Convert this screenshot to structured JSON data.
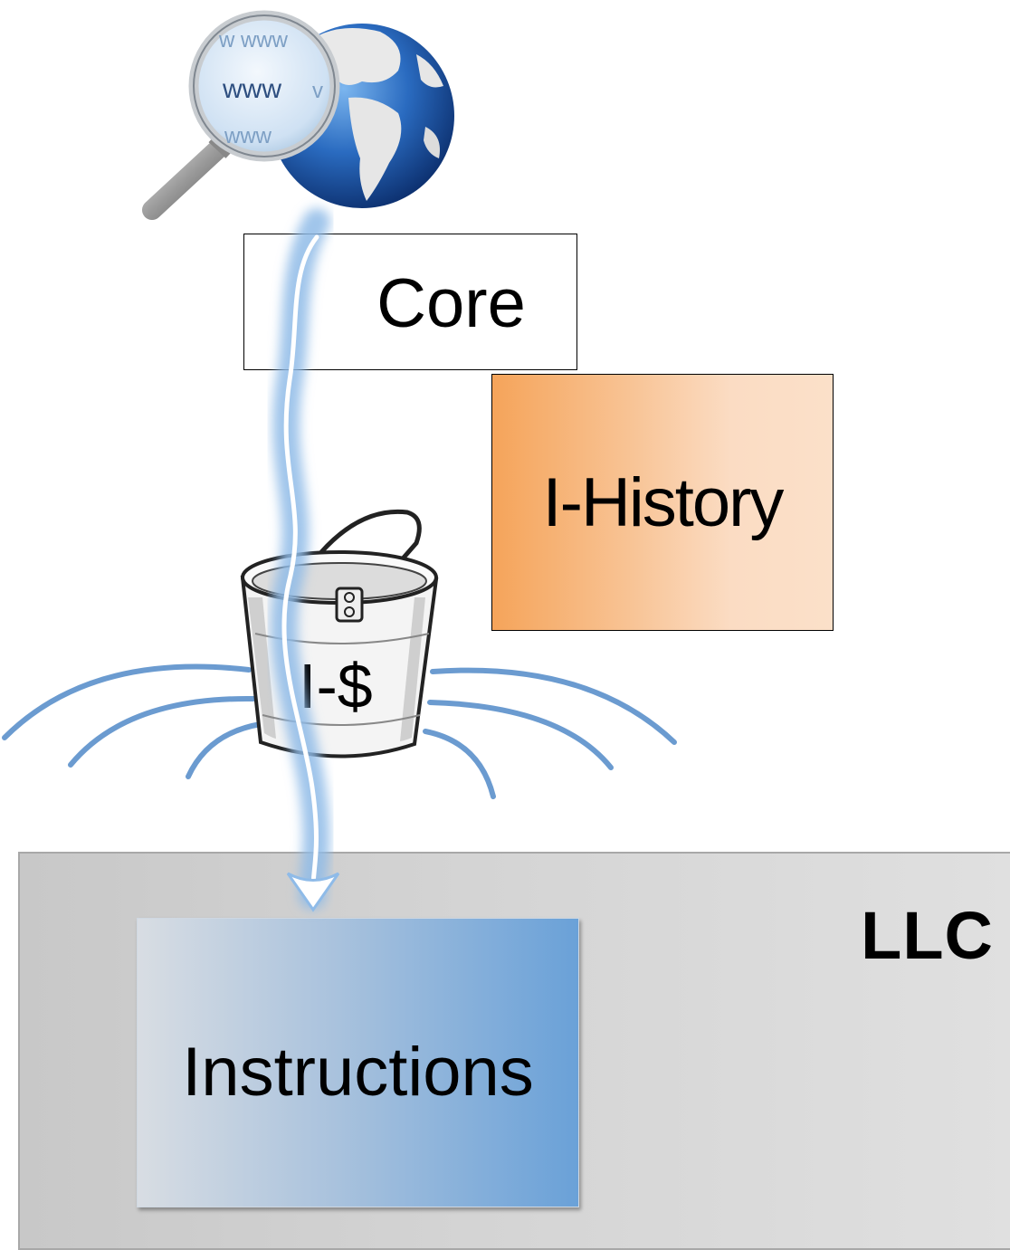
{
  "labels": {
    "core": "Core",
    "ihistory": "I-History",
    "icache": "I-$",
    "llc": "LLC",
    "instructions": "Instructions"
  },
  "globe": {
    "magnifier_text_main": "www",
    "magnifier_text_top": "w www",
    "magnifier_text_side": "v",
    "magnifier_text_bottom": "www"
  },
  "icons": {
    "globe": "globe-with-magnifier-icon",
    "bucket": "leaky-bucket-icon",
    "arrow": "flow-arrow-icon"
  },
  "colors": {
    "ihistory_start": "#f5a45a",
    "ihistory_end": "#fbe0c9",
    "instructions_start": "#d8dde3",
    "instructions_end": "#6aa1d8",
    "llc_fill": "#d4d4d4",
    "leak_stroke": "#6b9bd0",
    "arrow_glow": "#8fbbe8"
  }
}
